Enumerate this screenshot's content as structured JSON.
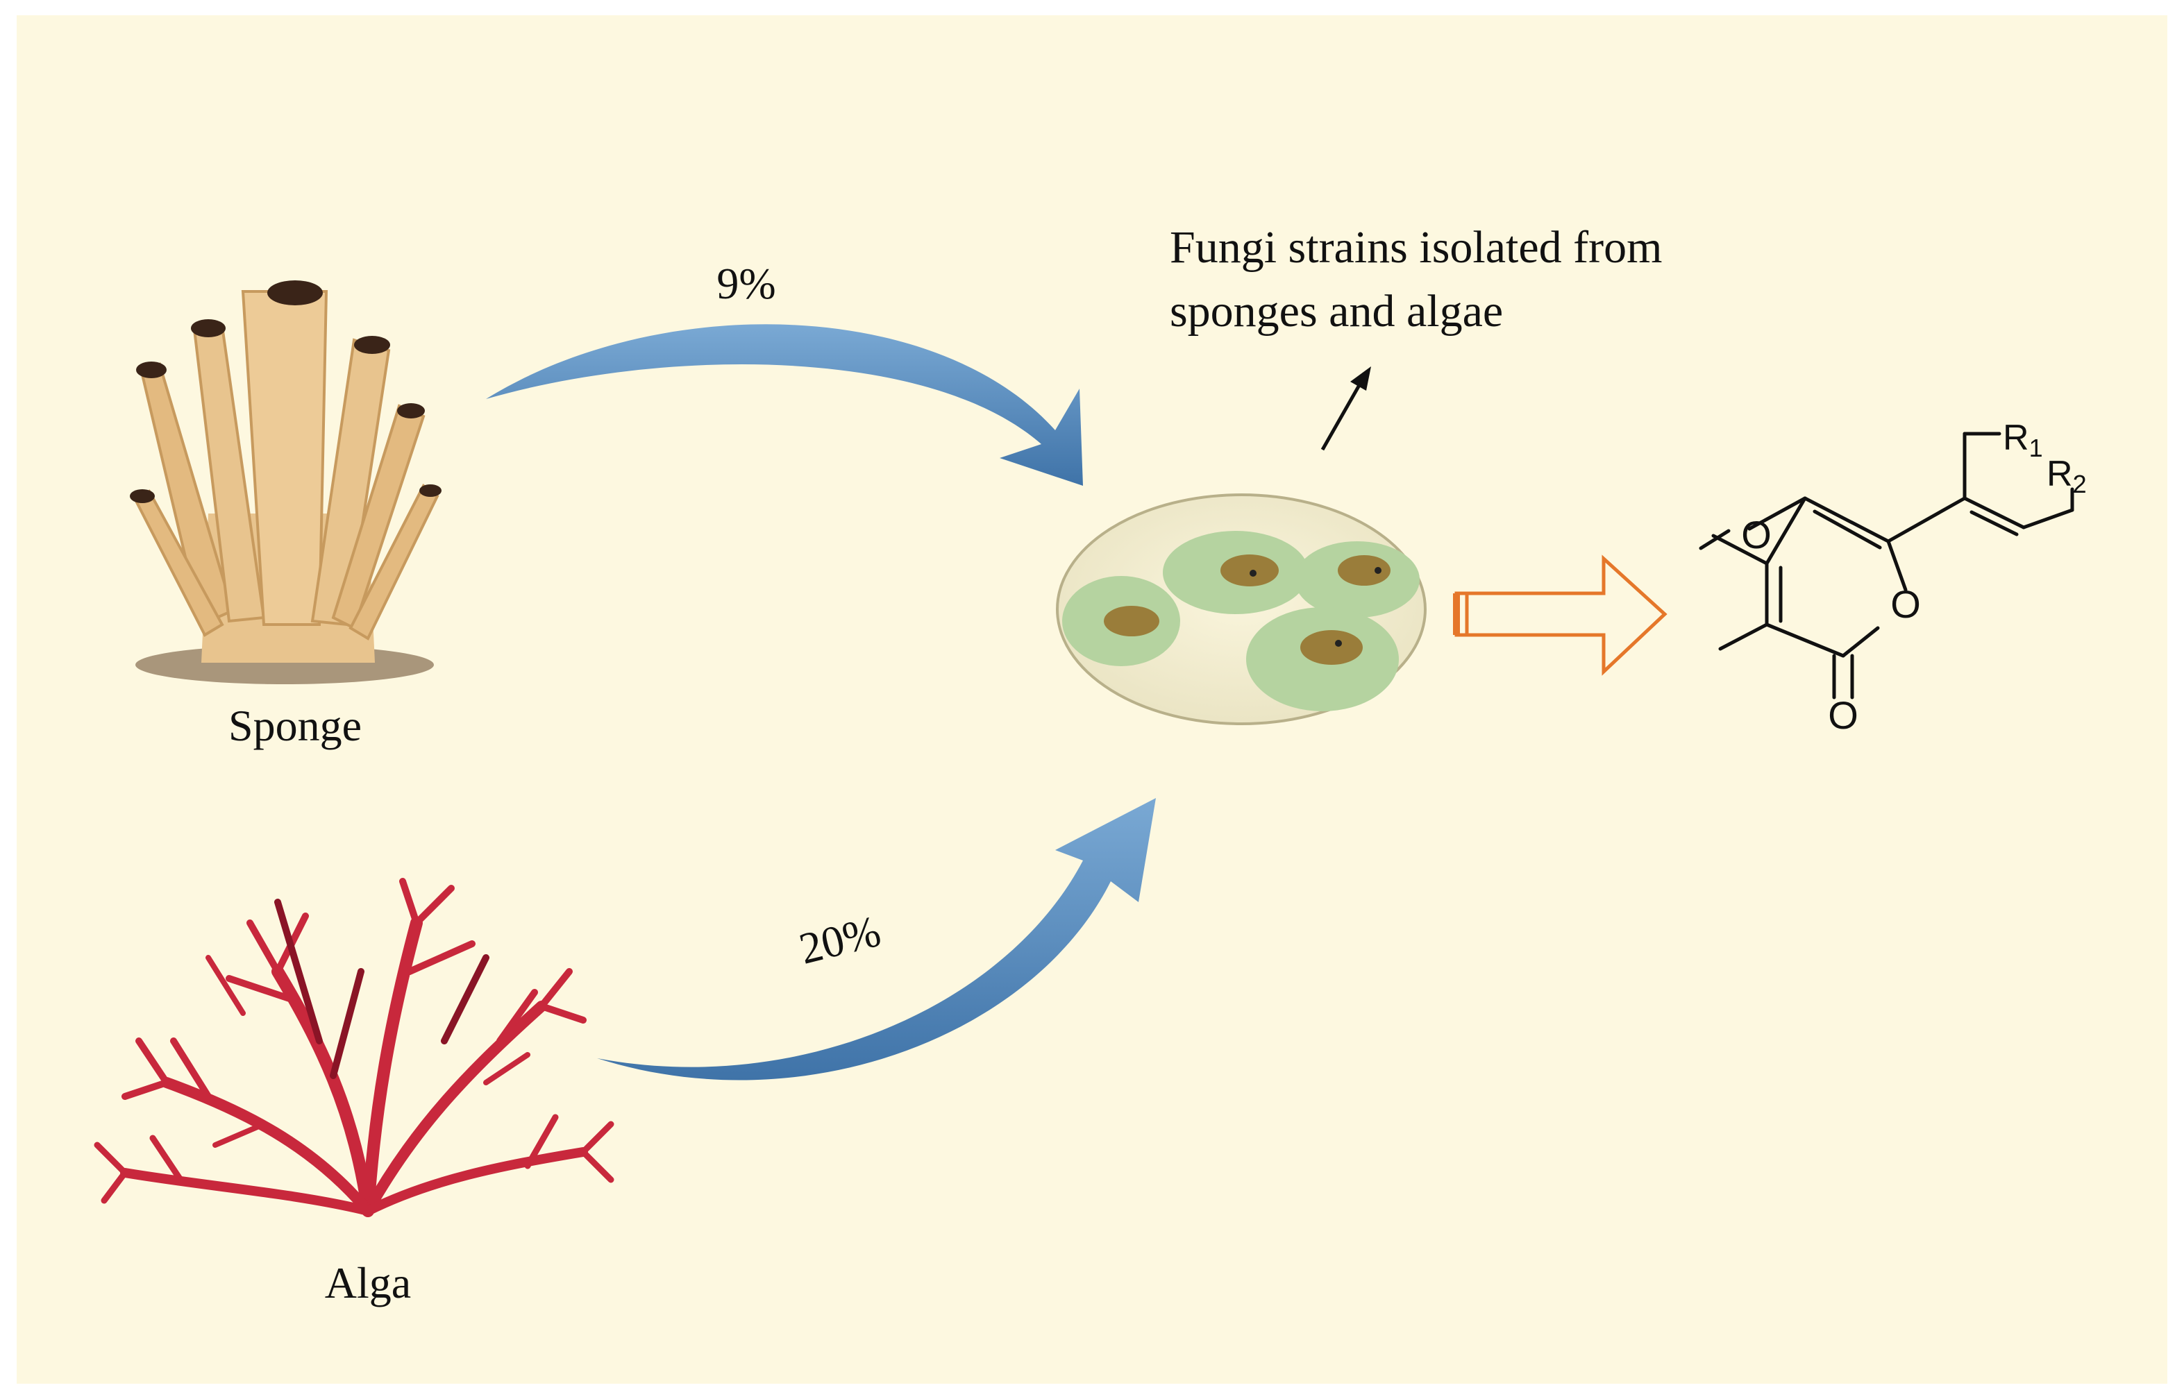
{
  "labels": {
    "sponge": "Sponge",
    "alga": "Alga",
    "sponge_percent": "9%",
    "alga_percent": "20%",
    "fungi_line1": "Fungi strains isolated from",
    "fungi_line2": "sponges and algae"
  },
  "structure": {
    "methoxy_o": "O",
    "ring_o": "O",
    "carbonyl_o": "O",
    "r1": "R",
    "r1_sub": "1",
    "r2": "R",
    "r2_sub": "2"
  },
  "colors": {
    "background": "#fdf8e0",
    "flow_arrow": "#5b8fc0",
    "product_arrow": "#e5772a",
    "sponge": "#e8c48e",
    "alga": "#c8283c",
    "colony": "#b5d3a0"
  }
}
